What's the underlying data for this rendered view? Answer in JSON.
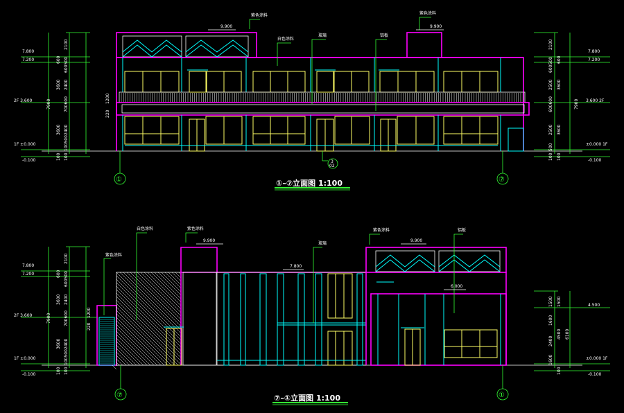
{
  "colors": {
    "background": "#000000",
    "outline": "#ff00ff",
    "structure": "#00ffff",
    "windows": "#ffff66",
    "dimensions": "#33ff33",
    "text": "#ffffff"
  },
  "elev1": {
    "title": "①–⑦立面图 1:100",
    "axis_left": "①",
    "axis_right": "⑦",
    "roof_label_left": "9.900",
    "roof_label_right": "9.900",
    "leader_labels": [
      "紫色涂料",
      "白色涂料",
      "玻璃",
      "铝板",
      "紫色涂料"
    ],
    "section_marker": "3",
    "section_sub": "02",
    "left_levels": [
      "7.800",
      "7.200",
      "2F 3.600",
      "1F ±0.000",
      "-0.100"
    ],
    "right_levels": [
      "7.800",
      "7.200",
      "3.600 2F",
      "±0.000 1F",
      "-0.100"
    ],
    "left_dims": [
      "2100",
      "600",
      "600500",
      "3600",
      "2400",
      "700600",
      "3600",
      "2400",
      "100500",
      "100",
      "100"
    ],
    "right_dims": [
      "2100",
      "600",
      "600500",
      "3600",
      "2500",
      "600600",
      "3600",
      "2500",
      "500",
      "100",
      "100"
    ],
    "mid_dims": [
      "220",
      "1200",
      "7900"
    ]
  },
  "elev2": {
    "title": "⑦–①立面图 1:100",
    "axis_left": "⑦",
    "axis_right": "①",
    "roof_label_left": "9.900",
    "roof_label_right": "9.900",
    "mid_label": "7.800",
    "right_mid_label": "6.000",
    "leader_labels": [
      "紫色涂料",
      "白色涂料",
      "紫色涂料",
      "玻璃",
      "紫色涂料",
      "铝板"
    ],
    "left_levels": [
      "7.800",
      "7.200",
      "2F 3.600",
      "1F ±0.000",
      "-0.100"
    ],
    "right_levels": [
      "4.500",
      "±0.000 1F",
      "-0.100"
    ],
    "left_dims": [
      "2100",
      "600",
      "600500",
      "3600",
      "2400",
      "700600",
      "3600",
      "2400",
      "100500",
      "100",
      "100"
    ],
    "right_dims": [
      "1500",
      "1500",
      "1600",
      "4500",
      "2400",
      "6100",
      "1600",
      "100"
    ],
    "mid_dims": [
      "1200",
      "220"
    ]
  }
}
